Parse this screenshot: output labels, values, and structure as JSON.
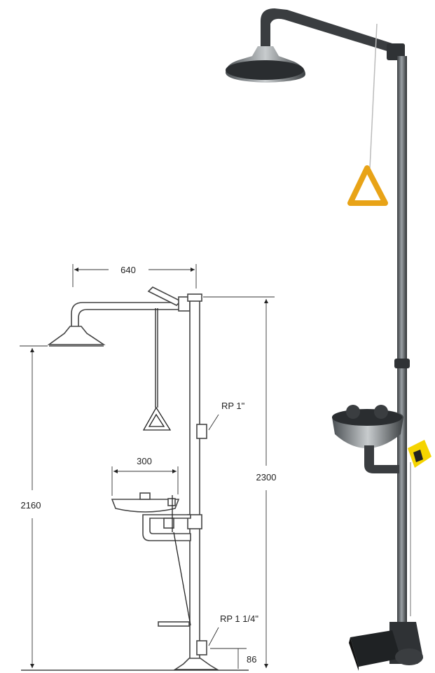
{
  "dimensions": {
    "width_top": "640",
    "basin_width": "300",
    "height_shower": "2160",
    "height_total": "2300",
    "base_height": "86"
  },
  "connections": {
    "upper": "RP 1\"",
    "lower": "RP 1 1/4\""
  },
  "colors": {
    "handle": "#e8a317",
    "tag": "#f5d400",
    "steel": "#8a8f93",
    "pipe_dark": "#3a3d40"
  }
}
